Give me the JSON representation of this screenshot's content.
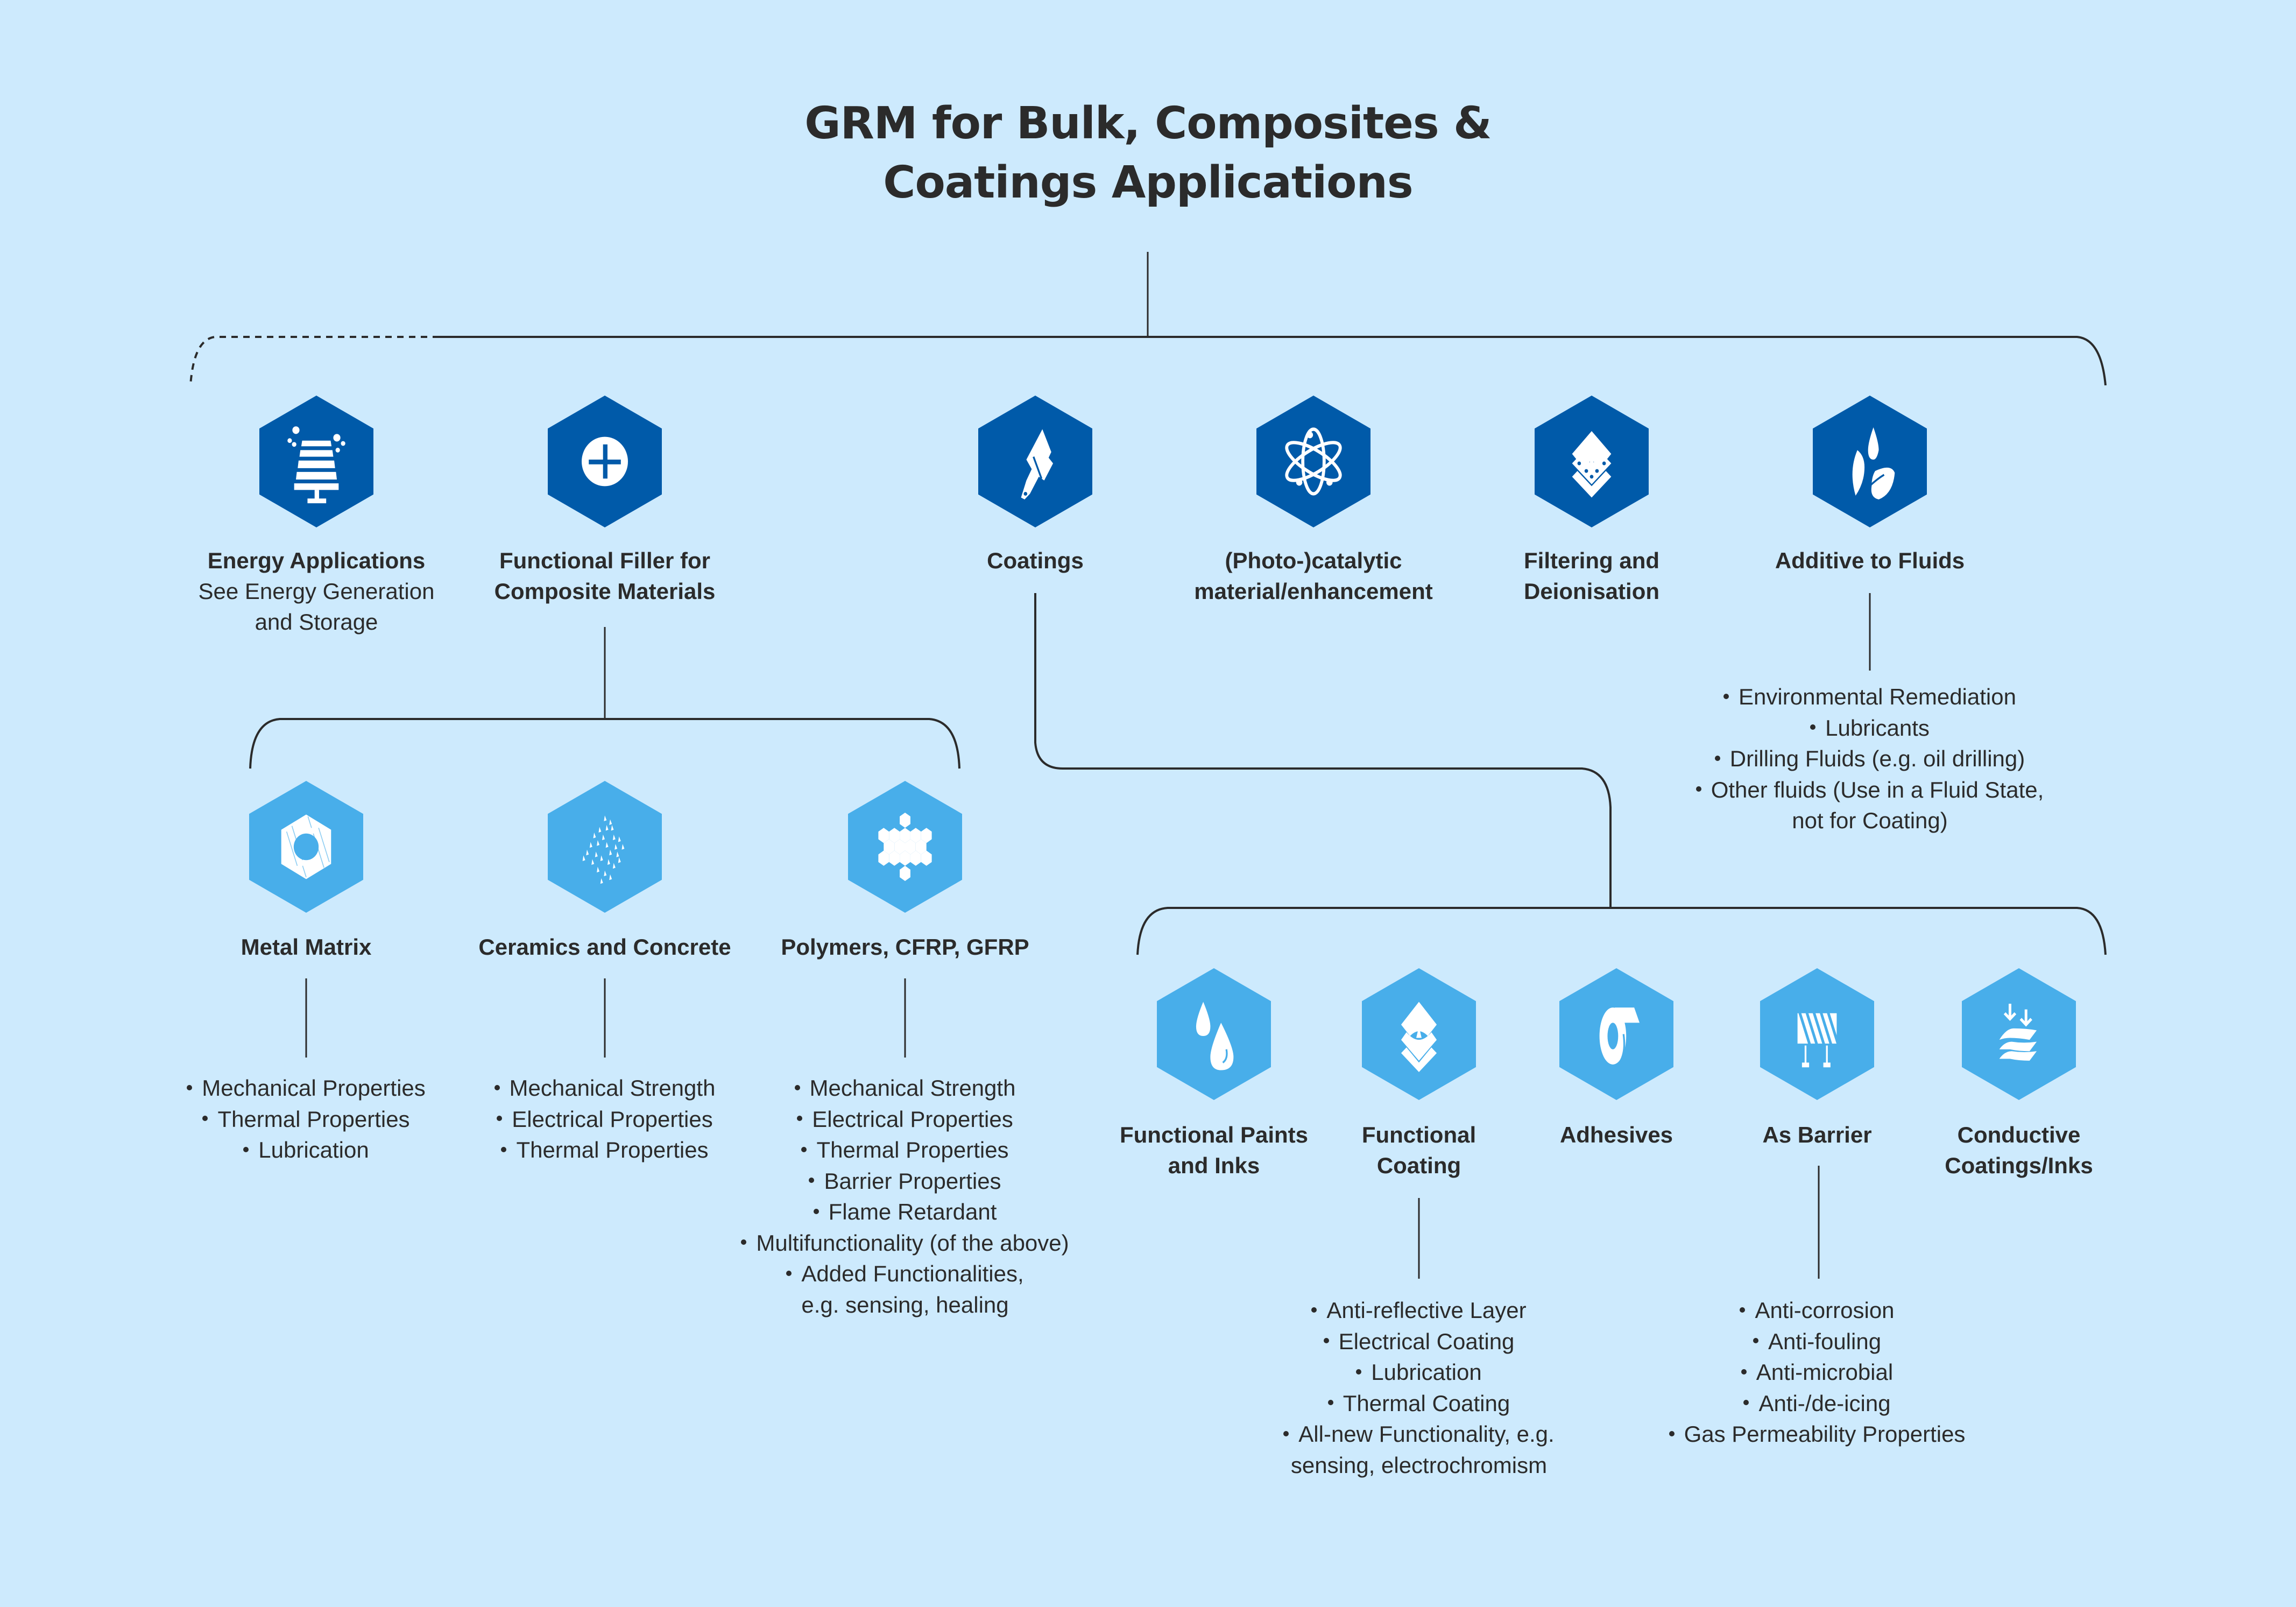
{
  "title": {
    "line1": "GRM for Bulk, Composites &",
    "line2": "Coatings Applications"
  },
  "colors": {
    "background": "#cdeafd",
    "dark_hex": "#005aa9",
    "light_hex": "#48aeea",
    "text": "#2b2b2b",
    "line": "#2b2b2b",
    "icon": "#ffffff"
  },
  "top_level": [
    {
      "id": "energy",
      "icon": "solar-panel-icon",
      "label_lines": [
        "Energy Applications"
      ],
      "sub_lines": [
        "See Energy Generation",
        "and Storage"
      ],
      "linked": "dashed"
    },
    {
      "id": "filler",
      "icon": "plus-circle-icon",
      "label_lines": [
        "Functional Filler for",
        "Composite Materials"
      ],
      "sub_lines": []
    },
    {
      "id": "coatings",
      "icon": "paintbrush-icon",
      "label_lines": [
        "Coatings"
      ],
      "sub_lines": []
    },
    {
      "id": "catalytic",
      "icon": "atom-icon",
      "label_lines": [
        "(Photo-)catalytic",
        "material/enhancement"
      ],
      "sub_lines": []
    },
    {
      "id": "filtering",
      "icon": "filter-layers-icon",
      "label_lines": [
        "Filtering and",
        "Deionisation"
      ],
      "sub_lines": []
    },
    {
      "id": "fluids",
      "icon": "drop-leaf-icon",
      "label_lines": [
        "Additive to Fluids"
      ],
      "sub_lines": []
    }
  ],
  "fluids_bullets": [
    {
      "text": "Environmental Remediation"
    },
    {
      "text": "Lubricants"
    },
    {
      "text": "Drilling Fluids (e.g. oil drilling)"
    },
    {
      "text": "Other fluids (Use in a Fluid State,",
      "cont": "not for Coating)"
    }
  ],
  "composites": [
    {
      "id": "metal",
      "icon": "hex-nut-icon",
      "label": "Metal Matrix",
      "bullets": [
        {
          "text": "Mechanical Properties"
        },
        {
          "text": "Thermal Properties"
        },
        {
          "text": "Lubrication"
        }
      ]
    },
    {
      "id": "ceramics",
      "icon": "particles-icon",
      "label": "Ceramics and Concrete",
      "bullets": [
        {
          "text": "Mechanical Strength"
        },
        {
          "text": "Electrical Properties"
        },
        {
          "text": "Thermal Properties"
        }
      ]
    },
    {
      "id": "polymers",
      "icon": "honeycomb-icon",
      "label": "Polymers, CFRP, GFRP",
      "bullets": [
        {
          "text": "Mechanical Strength"
        },
        {
          "text": "Electrical Properties"
        },
        {
          "text": "Thermal Properties"
        },
        {
          "text": "Barrier Properties"
        },
        {
          "text": "Flame Retardant"
        },
        {
          "text": "Multifunctionality (of the above)"
        },
        {
          "text": "Added Functionalities,",
          "cont": "e.g. sensing, healing"
        }
      ]
    }
  ],
  "coating_types": [
    {
      "id": "paints",
      "icon": "drops-icon",
      "label_lines": [
        "Functional Paints",
        "and Inks"
      ],
      "bullets": []
    },
    {
      "id": "functional",
      "icon": "layers-icon",
      "label_lines": [
        "Functional",
        "Coating"
      ],
      "bullets": [
        {
          "text": "Anti-reflective Layer"
        },
        {
          "text": "Electrical Coating"
        },
        {
          "text": "Lubrication"
        },
        {
          "text": "Thermal Coating"
        },
        {
          "text": "All-new Functionality, e.g.",
          "cont": "sensing, electrochromism"
        }
      ]
    },
    {
      "id": "adhesives",
      "icon": "tape-roll-icon",
      "label_lines": [
        "Adhesives"
      ],
      "bullets": []
    },
    {
      "id": "barrier",
      "icon": "barrier-icon",
      "label_lines": [
        "As Barrier"
      ],
      "bullets": [
        {
          "text": "Anti-corrosion"
        },
        {
          "text": "Anti-fouling"
        },
        {
          "text": "Anti-microbial"
        },
        {
          "text": "Anti-/de-icing"
        },
        {
          "text": "Gas Permeability Properties"
        }
      ]
    },
    {
      "id": "conductive",
      "icon": "conductive-waves-icon",
      "label_lines": [
        "Conductive",
        "Coatings/Inks"
      ],
      "bullets": []
    }
  ]
}
